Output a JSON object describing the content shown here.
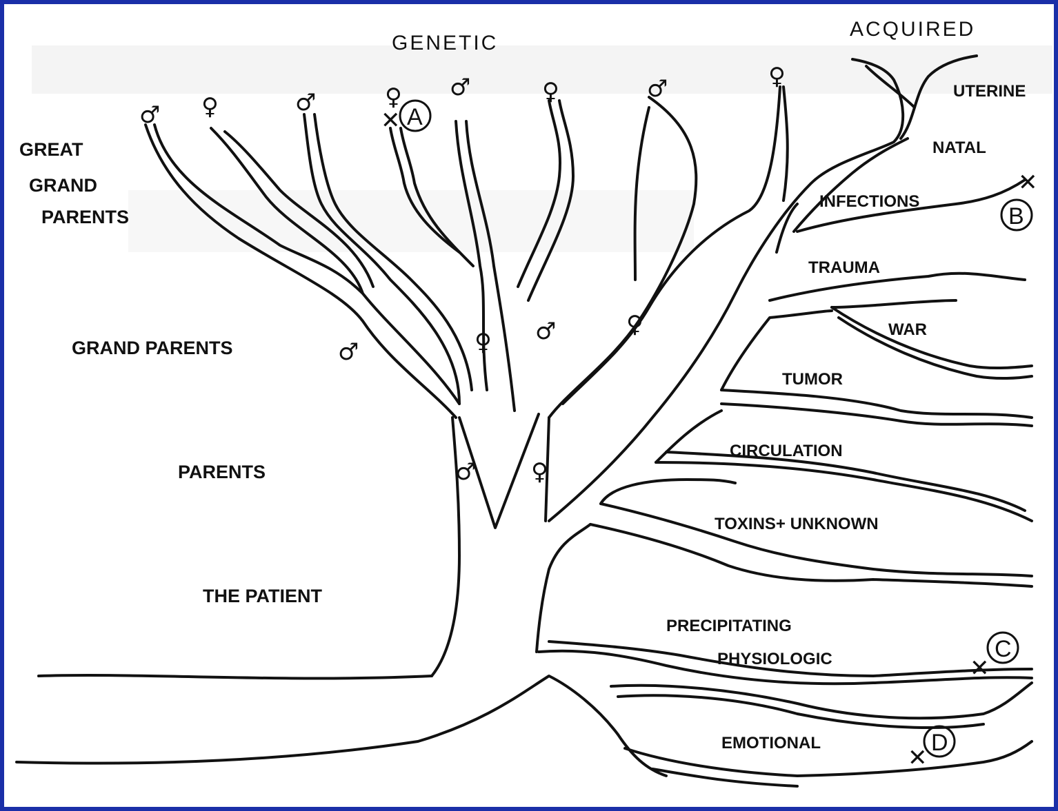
{
  "diagram": {
    "top_labels": {
      "genetic": "GENETIC",
      "acquired": "ACQUIRED"
    },
    "generation_labels": {
      "great_grand_line1": "GREAT",
      "great_grand_line2": "GRAND",
      "great_grand_line3": "PARENTS",
      "grand_parents": "GRAND PARENTS",
      "parents": "PARENTS",
      "patient": "THE PATIENT"
    },
    "acquired_branches": {
      "uterine": "UTERINE",
      "natal": "NATAL",
      "infections": "INFECTIONS",
      "trauma": "TRAUMA",
      "war": "WAR",
      "tumor": "TUMOR",
      "circulation": "CIRCULATION",
      "toxins": "TOXINS+ UNKNOWN",
      "precipitating": "PRECIPITATING",
      "physiologic": "PHYSIOLOGIC",
      "emotional": "EMOTIONAL"
    },
    "markers": {
      "a": "A",
      "b": "B",
      "c": "C",
      "d": "D"
    },
    "symbols": {
      "male": "♂",
      "female": "♀",
      "cross": "✕"
    }
  }
}
